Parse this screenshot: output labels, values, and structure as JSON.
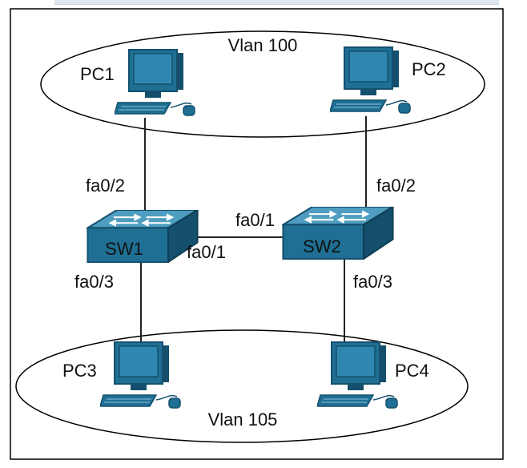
{
  "vlans": [
    {
      "id": "vlan-100",
      "label": "Vlan 100"
    },
    {
      "id": "vlan-105",
      "label": "Vlan 105"
    }
  ],
  "pcs": [
    {
      "id": "pc1",
      "label": "PC1"
    },
    {
      "id": "pc2",
      "label": "PC2"
    },
    {
      "id": "pc3",
      "label": "PC3"
    },
    {
      "id": "pc4",
      "label": "PC4"
    }
  ],
  "switches": [
    {
      "id": "sw1",
      "label": "SW1"
    },
    {
      "id": "sw2",
      "label": "SW2"
    }
  ],
  "ports": {
    "pc1_sw1": "fa0/2",
    "pc2_sw2": "fa0/2",
    "sw2_trunk": "fa0/1",
    "sw1_trunk": "fa0/1",
    "sw1_pc3": "fa0/3",
    "sw2_pc4": "fa0/3"
  },
  "colors": {
    "device_blue": "#1f6f94",
    "device_dark": "#14506d",
    "device_light": "#4f9dc0",
    "line": "#222222",
    "border": "#000000"
  },
  "icons": {
    "pc": "pc-icon",
    "switch": "switch-icon"
  }
}
